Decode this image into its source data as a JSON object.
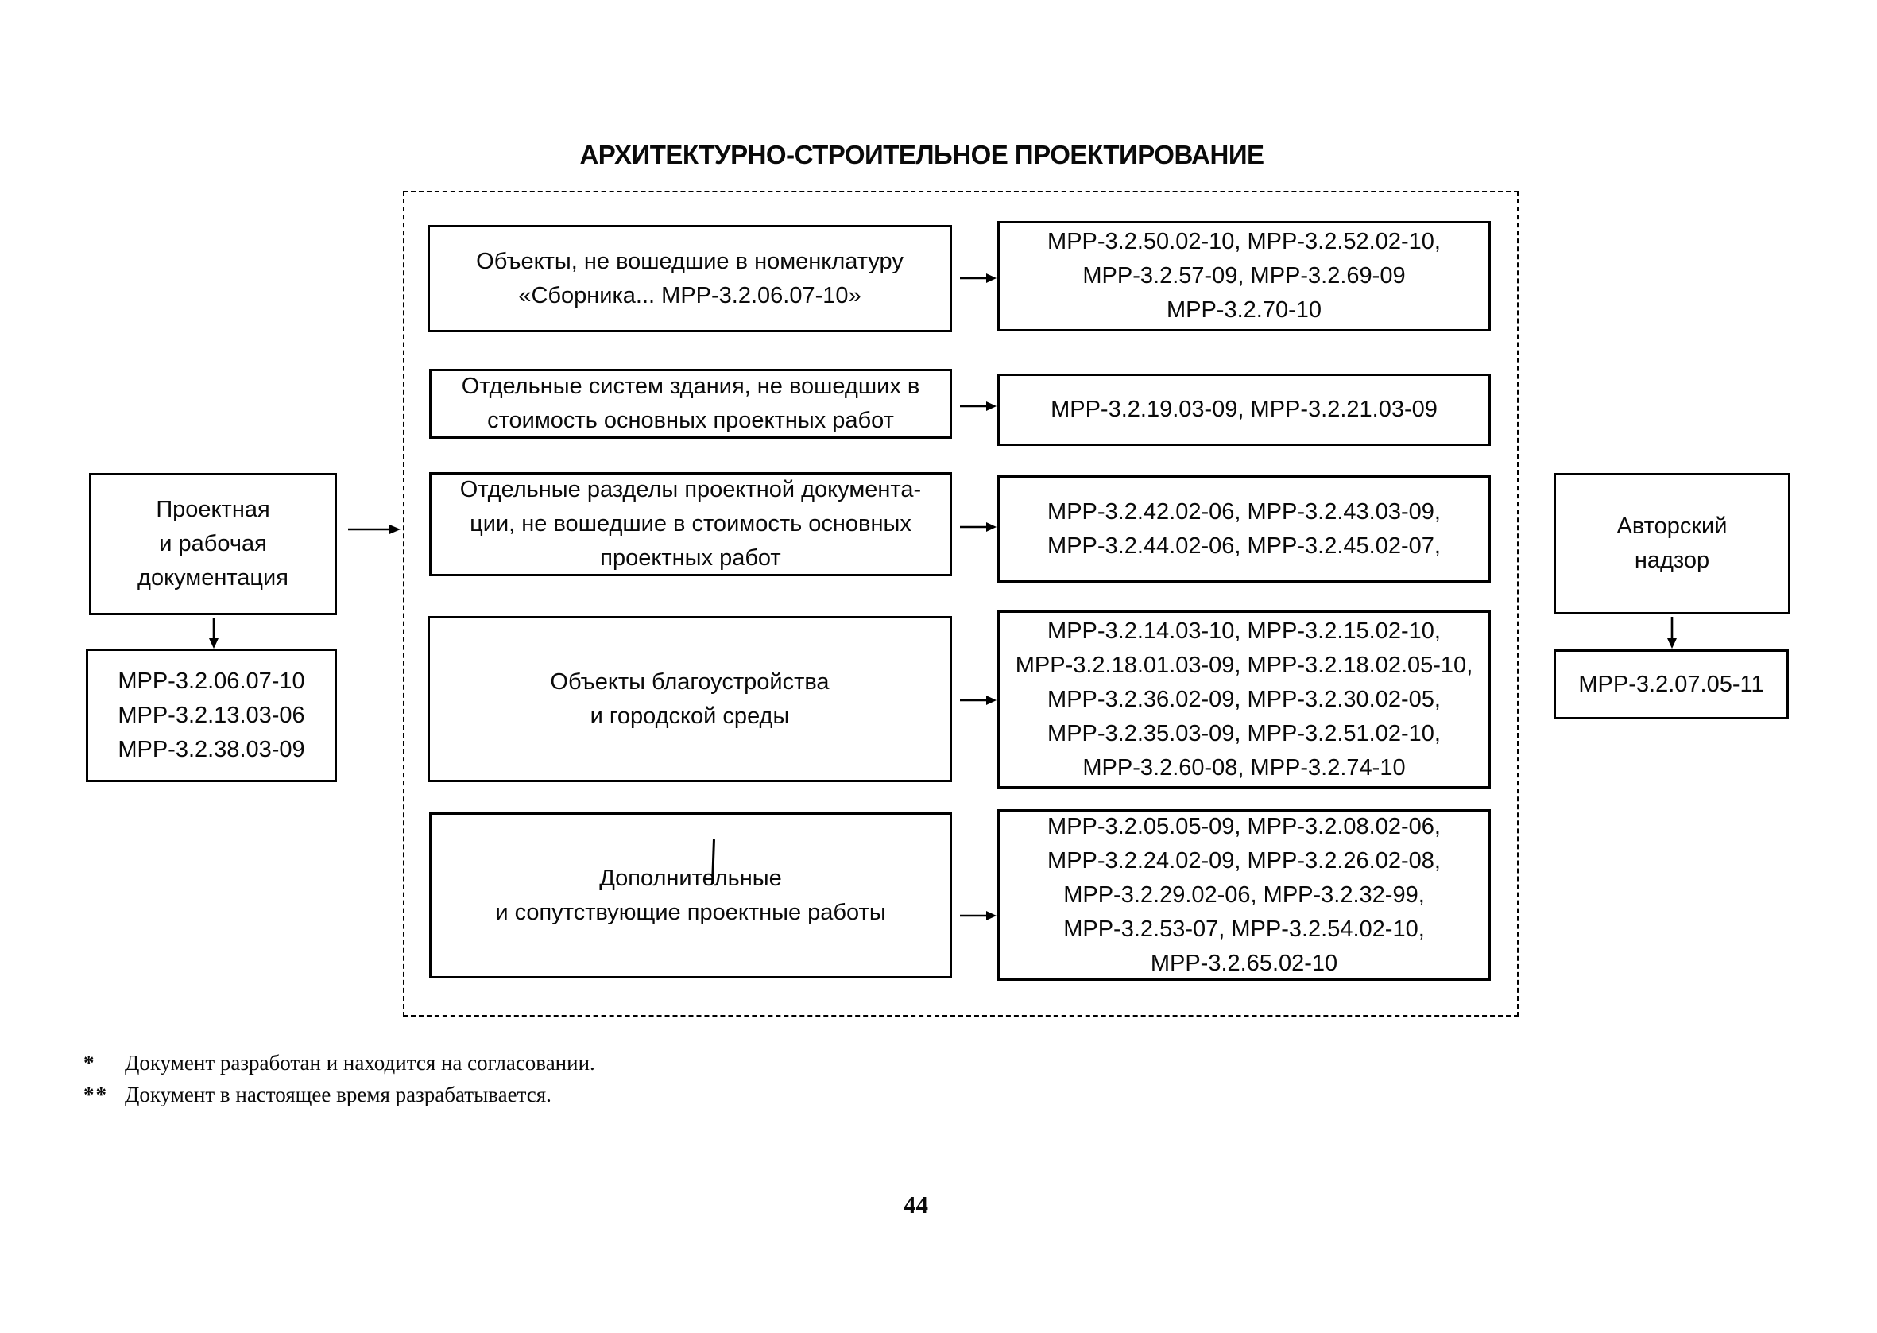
{
  "title": "АРХИТЕКТУРНО-СТРОИТЕЛЬНОЕ ПРОЕКТИРОВАНИЕ",
  "left_chain": {
    "top_box_lines": [
      "Проектная",
      "и рабочая",
      "документация"
    ],
    "bottom_box_lines": [
      "МРР-3.2.06.07-10",
      "МРР-3.2.13.03-06",
      "МРР-3.2.38.03-09"
    ]
  },
  "right_chain": {
    "top_box_lines": [
      "Авторский",
      "надзор"
    ],
    "bottom_box_lines": [
      "МРР-3.2.07.05-11"
    ]
  },
  "rows": [
    {
      "category_lines": [
        "Объекты, не вошедшие в номенклатуру",
        "«Сборника... МРР-3.2.06.07-10»"
      ],
      "codes_lines": [
        "МРР-3.2.50.02-10, МРР-3.2.52.02-10,",
        "МРР-3.2.57-09, МРР-3.2.69-09",
        "МРР-3.2.70-10"
      ]
    },
    {
      "category_lines": [
        "Отдельные систем здания, не вошедших в",
        "стоимость основных проектных работ"
      ],
      "codes_lines": [
        "МРР-3.2.19.03-09, МРР-3.2.21.03-09"
      ]
    },
    {
      "category_lines": [
        "Отдельные разделы проектной документа-",
        "ции, не вошедшие в стоимость основных",
        "проектных работ"
      ],
      "codes_lines": [
        "МРР-3.2.42.02-06, МРР-3.2.43.03-09,",
        "МРР-3.2.44.02-06, МРР-3.2.45.02-07,"
      ]
    },
    {
      "category_lines": [
        "Объекты благоустройства",
        "и городской среды"
      ],
      "codes_lines": [
        "МРР-3.2.14.03-10, МРР-3.2.15.02-10,",
        "МРР-3.2.18.01.03-09, МРР-3.2.18.02.05-10,",
        "МРР-3.2.36.02-09, МРР-3.2.30.02-05,",
        "МРР-3.2.35.03-09, МРР-3.2.51.02-10,",
        "МРР-3.2.60-08, МРР-3.2.74-10"
      ]
    },
    {
      "category_lines": [
        "Дополнительные",
        "и сопутствующие проектные работы"
      ],
      "codes_lines": [
        "МРР-3.2.05.05-09, МРР-3.2.08.02-06,",
        "МРР-3.2.24.02-09, МРР-3.2.26.02-08,",
        "МРР-3.2.29.02-06, МРР-3.2.32-99,",
        "МРР-3.2.53-07, МРР-3.2.54.02-10,",
        "МРР-3.2.65.02-10"
      ]
    }
  ],
  "footnotes": [
    {
      "marker": "*",
      "text": "Документ разработан и находится на согласовании."
    },
    {
      "marker": "**",
      "text": "Документ в настоящее время разрабатывается."
    }
  ],
  "page_number": "44",
  "colors": {
    "ink": "#000000",
    "paper": "#ffffff"
  }
}
